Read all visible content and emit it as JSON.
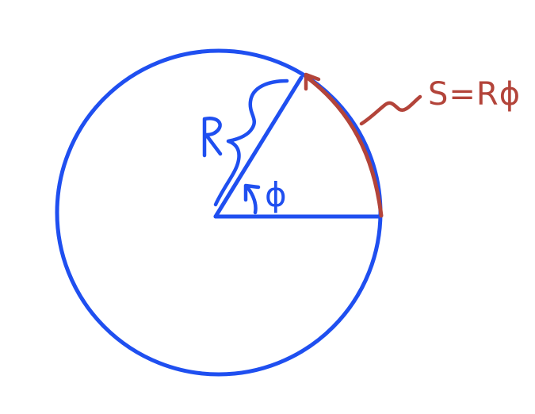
{
  "labels": {
    "radius": "R",
    "angle": "ϕ",
    "arc_formula": "S=Rϕ"
  },
  "colors": {
    "circle": "#1f4ff0",
    "arc_annotation": "#b3443a",
    "background": "#ffffff"
  }
}
